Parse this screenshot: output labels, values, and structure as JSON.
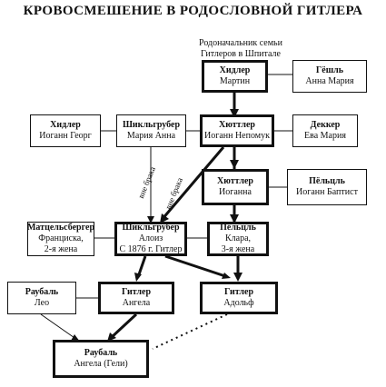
{
  "title": "КРОВОСМЕШЕНИЕ В РОДОСЛОВНОЙ ГИТЛЕРА",
  "caption": [
    "Родоначальник семьи",
    "Гитлеров в Шпитале"
  ],
  "edge_labels": {
    "out_of_wedlock_1": "вне брака",
    "out_of_wedlock_2": "вне брака"
  },
  "persons": {
    "martin": {
      "surname": "Хидлер",
      "lines": [
        "Мартин"
      ]
    },
    "anna_maria_g": {
      "surname": "Гёшль",
      "lines": [
        "Анна Мария"
      ]
    },
    "georg": {
      "surname": "Хидлер",
      "lines": [
        "Иоганн Георг"
      ]
    },
    "maria_anna": {
      "surname": "Шикльгрубер",
      "lines": [
        "Мария Анна"
      ]
    },
    "nepomuk": {
      "surname": "Хюттлер",
      "lines": [
        "Иоганн Непомук"
      ]
    },
    "eva": {
      "surname": "Деккер",
      "lines": [
        "Ева Мария"
      ]
    },
    "johanna": {
      "surname": "Хюттлер",
      "lines": [
        "Иоганна"
      ]
    },
    "baptist": {
      "surname": "Пёльцль",
      "lines": [
        "Иоганн Баптист"
      ]
    },
    "franziska": {
      "surname": "Матцельсбергер",
      "lines": [
        "Франциска,",
        "2-я жена"
      ]
    },
    "alois": {
      "surname": "Шикльгрубер",
      "lines": [
        "Алоиз",
        "С 1876 г. Гитлер"
      ]
    },
    "klara": {
      "surname": "Пёльцль",
      "lines": [
        "Клара,",
        "3-я жена"
      ]
    },
    "leo": {
      "surname": "Раубаль",
      "lines": [
        "Лео"
      ]
    },
    "angela": {
      "surname": "Гитлер",
      "lines": [
        "Ангела"
      ]
    },
    "adolf": {
      "surname": "Гитлер",
      "lines": [
        "Адольф"
      ]
    },
    "geli": {
      "surname": "Раубаль",
      "lines": [
        "Ангела (Гели)"
      ]
    }
  }
}
